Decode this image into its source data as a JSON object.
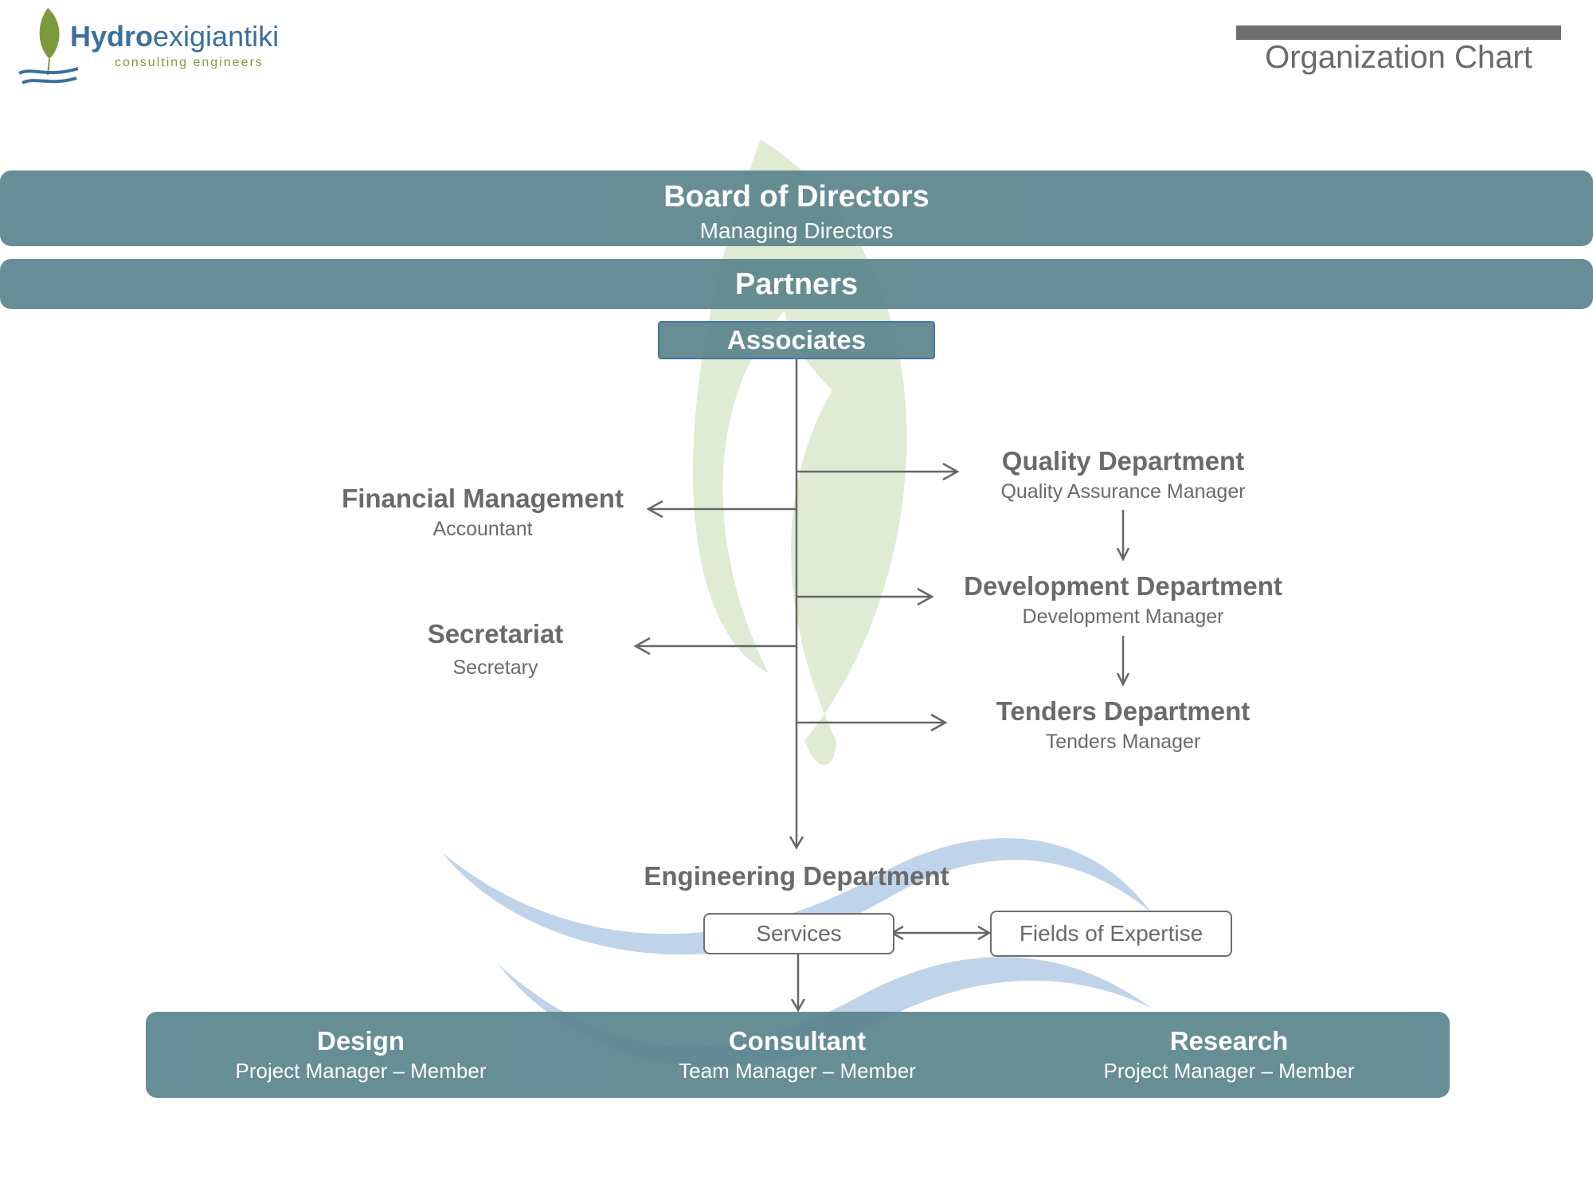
{
  "logo": {
    "name_bold": "Hydro",
    "name_rest": "exigiantiki",
    "tagline": "consulting engineers",
    "brand_blue": "#3a6fa0",
    "brand_green": "#7a9a3c"
  },
  "header": {
    "title": "Organization Chart",
    "bar_color": "#6e6e6e"
  },
  "board": {
    "title": "Board of Directors",
    "subtitle": "Managing Directors"
  },
  "partners": {
    "title": "Partners"
  },
  "associates": {
    "title": "Associates"
  },
  "left_nodes": [
    {
      "title": "Financial Management",
      "subtitle": "Accountant"
    },
    {
      "title": "Secretariat",
      "subtitle": "Secretary"
    }
  ],
  "right_nodes": [
    {
      "title": "Quality Department",
      "subtitle": "Quality Assurance Manager"
    },
    {
      "title": "Development Department",
      "subtitle": "Development Manager"
    },
    {
      "title": "Tenders Department",
      "subtitle": "Tenders Manager"
    }
  ],
  "engineering": {
    "title": "Engineering Department",
    "services": "Services",
    "fields": "Fields of Expertise"
  },
  "bottom": [
    {
      "title": "Design",
      "subtitle": "Project Manager – Member"
    },
    {
      "title": "Consultant",
      "subtitle": "Team Manager – Member"
    },
    {
      "title": "Research",
      "subtitle": "Project Manager – Member"
    }
  ],
  "colors": {
    "band": "#5f8790",
    "leaf": "#d5e4c4",
    "wave": "#b4cce5",
    "line": "#666666"
  }
}
